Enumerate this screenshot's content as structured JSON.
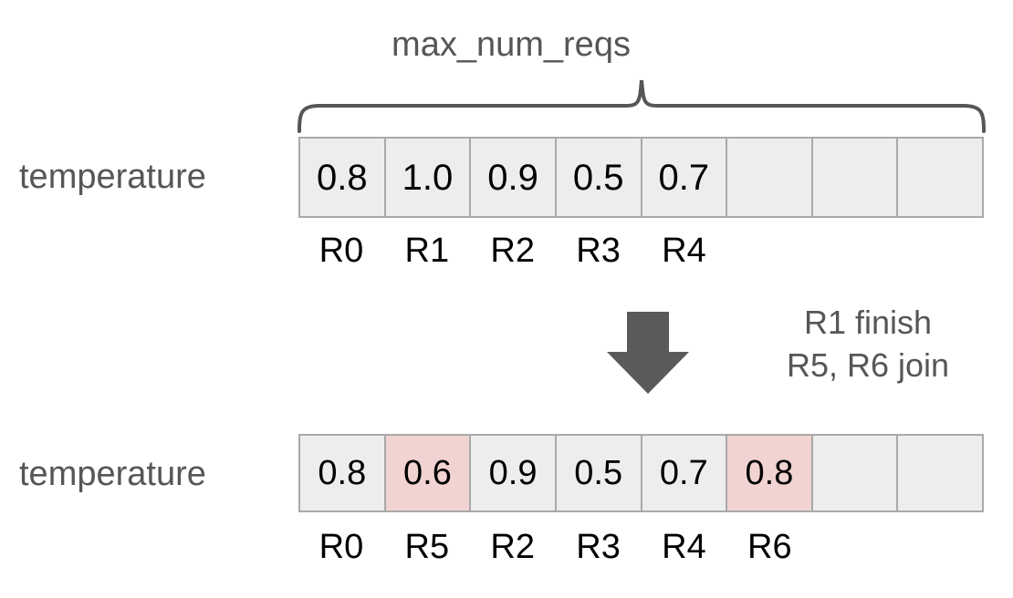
{
  "diagram": {
    "title": "max_num_reqs",
    "brace_label": "max_num_reqs",
    "arrow_icon": "down-arrow-icon",
    "transition": {
      "line1": "R1 finish",
      "line2": "R5, R6 join"
    },
    "colors": {
      "cell_fill": "#EDEDED",
      "cell_highlight": "#F1D3D1",
      "cell_border": "#A9A9A9",
      "label_gray": "#565656",
      "value_black": "#000000",
      "arrow_gray": "#5A5A5A",
      "background": "#FFFFFF"
    },
    "rows": [
      {
        "label": "temperature",
        "num_slots": 8,
        "cells": [
          {
            "value": "0.8",
            "req": "R0",
            "highlight": false,
            "empty": false
          },
          {
            "value": "1.0",
            "req": "R1",
            "highlight": false,
            "empty": false
          },
          {
            "value": "0.9",
            "req": "R2",
            "highlight": false,
            "empty": false
          },
          {
            "value": "0.5",
            "req": "R3",
            "highlight": false,
            "empty": false
          },
          {
            "value": "0.7",
            "req": "R4",
            "highlight": false,
            "empty": false
          },
          {
            "value": "",
            "req": "",
            "highlight": false,
            "empty": true
          },
          {
            "value": "",
            "req": "",
            "highlight": false,
            "empty": true
          },
          {
            "value": "",
            "req": "",
            "highlight": false,
            "empty": true
          }
        ]
      },
      {
        "label": "temperature",
        "num_slots": 8,
        "cells": [
          {
            "value": "0.8",
            "req": "R0",
            "highlight": false,
            "empty": false
          },
          {
            "value": "0.6",
            "req": "R5",
            "highlight": true,
            "empty": false
          },
          {
            "value": "0.9",
            "req": "R2",
            "highlight": false,
            "empty": false
          },
          {
            "value": "0.5",
            "req": "R3",
            "highlight": false,
            "empty": false
          },
          {
            "value": "0.7",
            "req": "R4",
            "highlight": false,
            "empty": false
          },
          {
            "value": "0.8",
            "req": "R6",
            "highlight": true,
            "empty": false
          },
          {
            "value": "",
            "req": "",
            "highlight": false,
            "empty": true
          },
          {
            "value": "",
            "req": "",
            "highlight": false,
            "empty": true
          }
        ]
      }
    ]
  }
}
